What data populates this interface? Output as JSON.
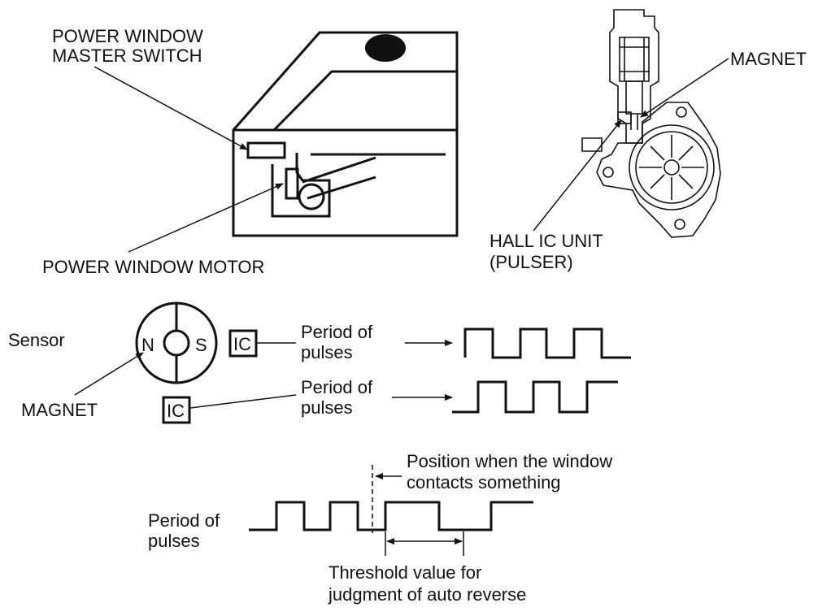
{
  "labels": {
    "master_switch_line1": "POWER WINDOW",
    "master_switch_line2": "MASTER SWITCH",
    "window_motor": "POWER WINDOW MOTOR",
    "magnet_top": "MAGNET",
    "hall_ic_line1": "HALL IC UNIT",
    "hall_ic_line2": "(PULSER)",
    "sensor": "Sensor",
    "magnet_bottom": "MAGNET",
    "pole_n": "N",
    "pole_s": "S",
    "ic_1": "IC",
    "ic_2": "IC",
    "period_1_line1": "Period of",
    "period_1_line2": "pulses",
    "period_2_line1": "Period of",
    "period_2_line2": "pulses",
    "period_3_line1": "Period of",
    "period_3_line2": "pulses",
    "contact_line1": "Position when the window",
    "contact_line2": "contacts something",
    "threshold_line1": "Threshold value for",
    "threshold_line2": "judgment of auto reverse"
  }
}
